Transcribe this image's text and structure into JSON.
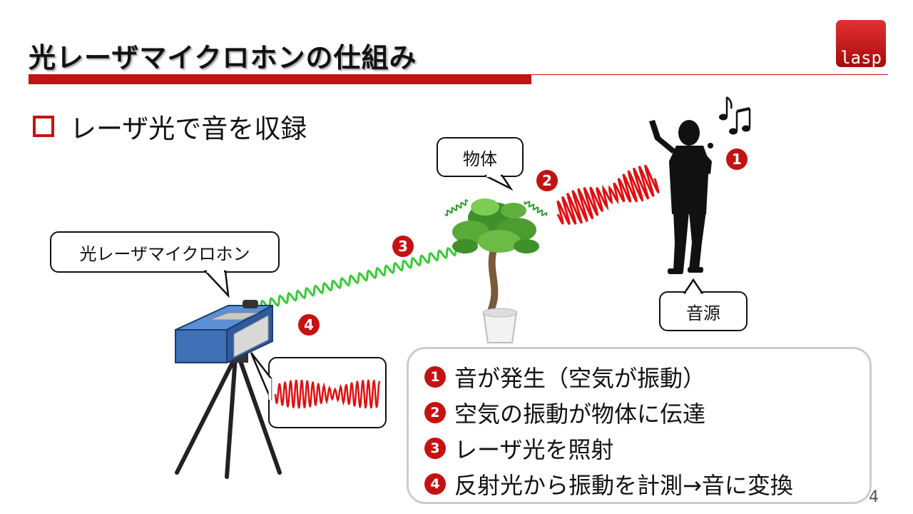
{
  "title": "光レーザマイクロホンの仕組み",
  "logo_text": "lasp",
  "bullet": "レーザ光で音を収録",
  "callouts": {
    "object": "物体",
    "laser_mic": "光レーザマイクロホン",
    "source": "音源"
  },
  "markers": [
    "1",
    "2",
    "3",
    "4"
  ],
  "legend": [
    {
      "num": "1",
      "text": "音が発生（空気が振動）"
    },
    {
      "num": "2",
      "text": "空気の振動が物体に伝達"
    },
    {
      "num": "3",
      "text": "レーザ光を照射"
    },
    {
      "num": "4",
      "text": "反射光から振動を計測→音に変換"
    }
  ],
  "page_number": "4",
  "colors": {
    "accent": "#c41212",
    "laser": "#33cc33",
    "sound_wave": "#e01010",
    "camera": "#3f6fb5"
  }
}
